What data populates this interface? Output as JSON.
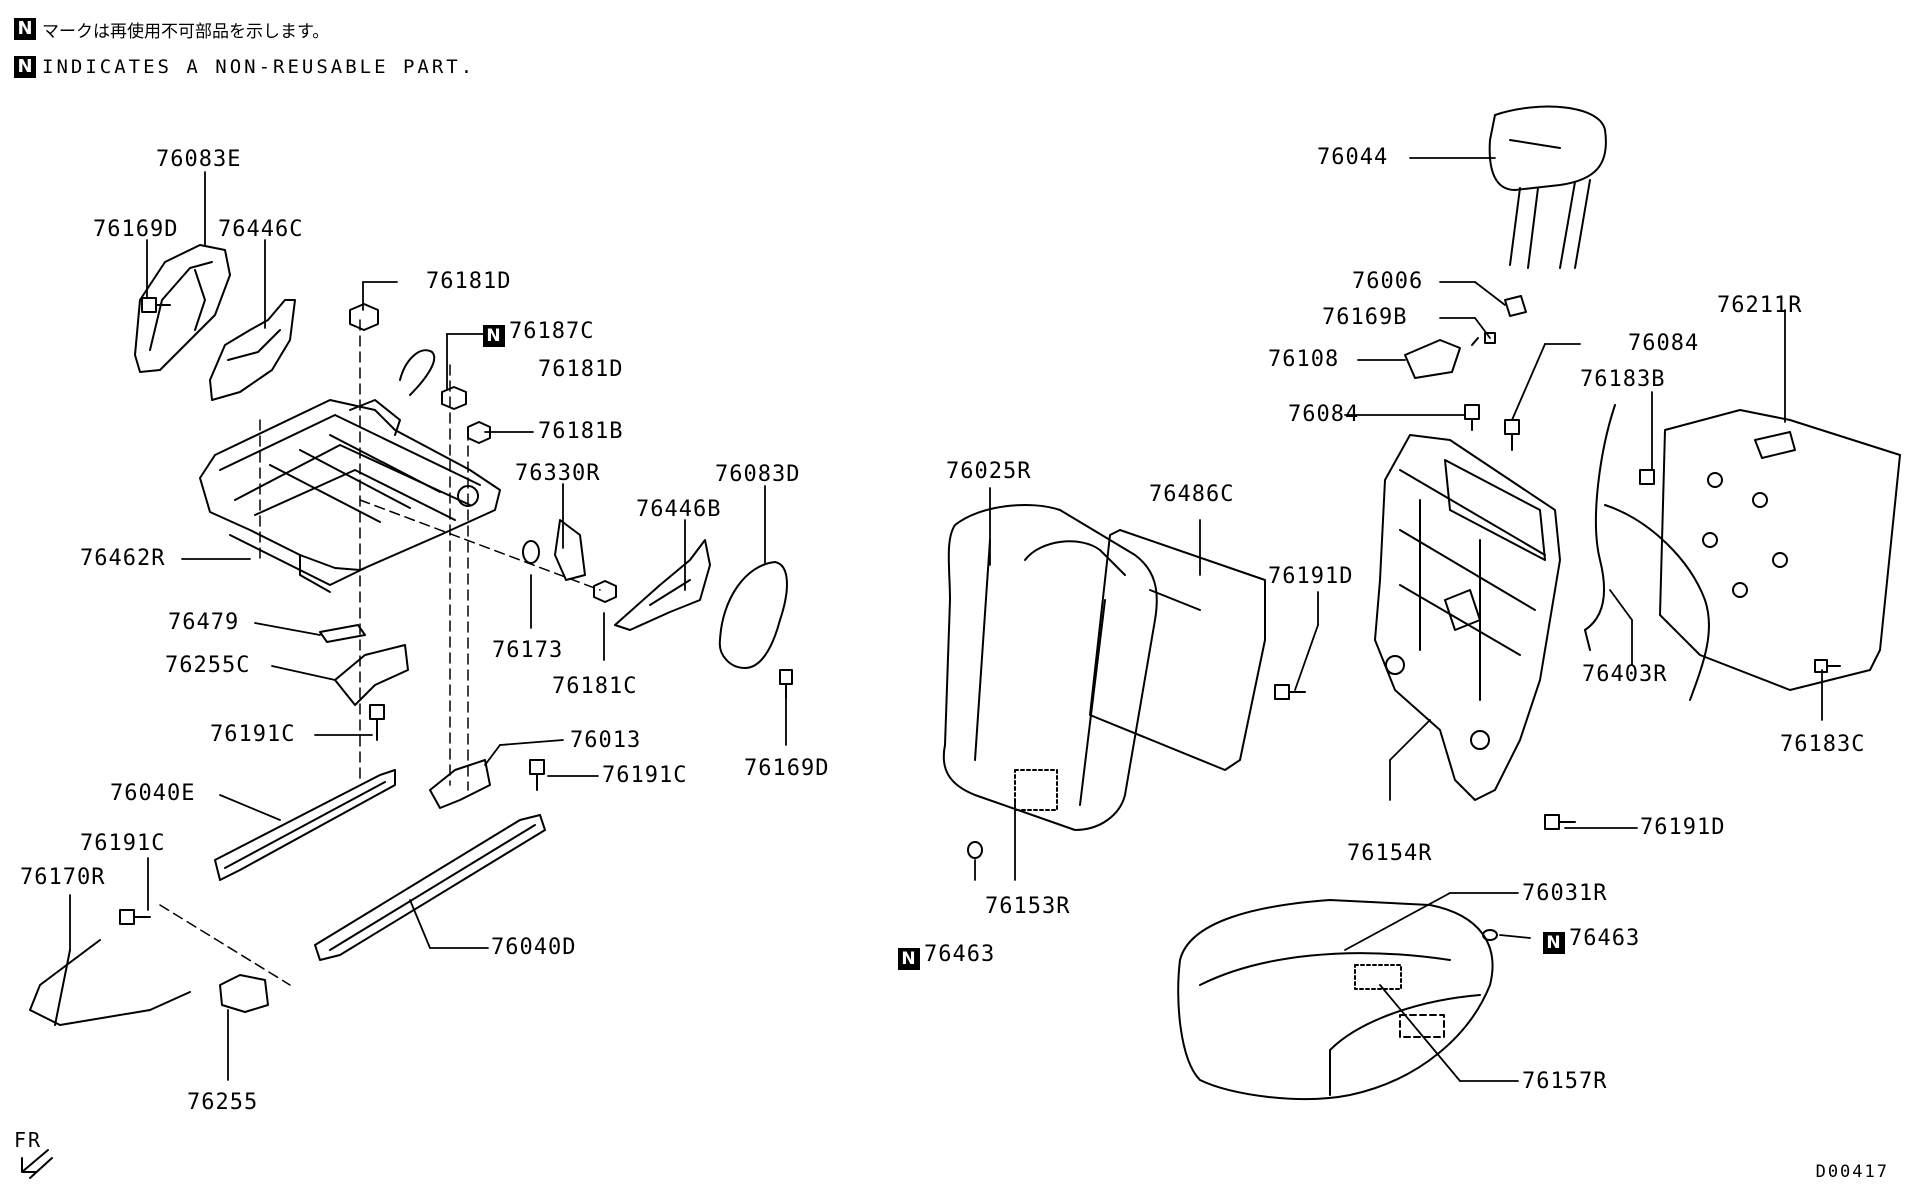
{
  "legend": {
    "symbol": "N",
    "japanese": "マークは再使用不可部品を示します。",
    "english": "INDICATES A NON-REUSABLE PART."
  },
  "orientation": {
    "label": "FR"
  },
  "diagram_code": "D00417",
  "parts": [
    {
      "id": "76083E"
    },
    {
      "id": "76169D"
    },
    {
      "id": "76446C"
    },
    {
      "id": "76181D"
    },
    {
      "id": "76187C",
      "non_reusable": true
    },
    {
      "id": "76181D"
    },
    {
      "id": "76181B"
    },
    {
      "id": "76330R"
    },
    {
      "id": "76083D"
    },
    {
      "id": "76446B"
    },
    {
      "id": "76462R"
    },
    {
      "id": "76173"
    },
    {
      "id": "76181C"
    },
    {
      "id": "76479"
    },
    {
      "id": "76255C"
    },
    {
      "id": "76169D"
    },
    {
      "id": "76191C"
    },
    {
      "id": "76013"
    },
    {
      "id": "76040E"
    },
    {
      "id": "76191C"
    },
    {
      "id": "76191C"
    },
    {
      "id": "76170R"
    },
    {
      "id": "76040D"
    },
    {
      "id": "76255"
    },
    {
      "id": "76044"
    },
    {
      "id": "76006"
    },
    {
      "id": "76169B"
    },
    {
      "id": "76108"
    },
    {
      "id": "76084"
    },
    {
      "id": "76084"
    },
    {
      "id": "76211R"
    },
    {
      "id": "76183B"
    },
    {
      "id": "76025R"
    },
    {
      "id": "76486C"
    },
    {
      "id": "76191D"
    },
    {
      "id": "76403R"
    },
    {
      "id": "76183C"
    },
    {
      "id": "76191D"
    },
    {
      "id": "76154R"
    },
    {
      "id": "76153R"
    },
    {
      "id": "76463",
      "non_reusable": true
    },
    {
      "id": "76031R"
    },
    {
      "id": "76463",
      "non_reusable": true
    },
    {
      "id": "76157R"
    }
  ]
}
